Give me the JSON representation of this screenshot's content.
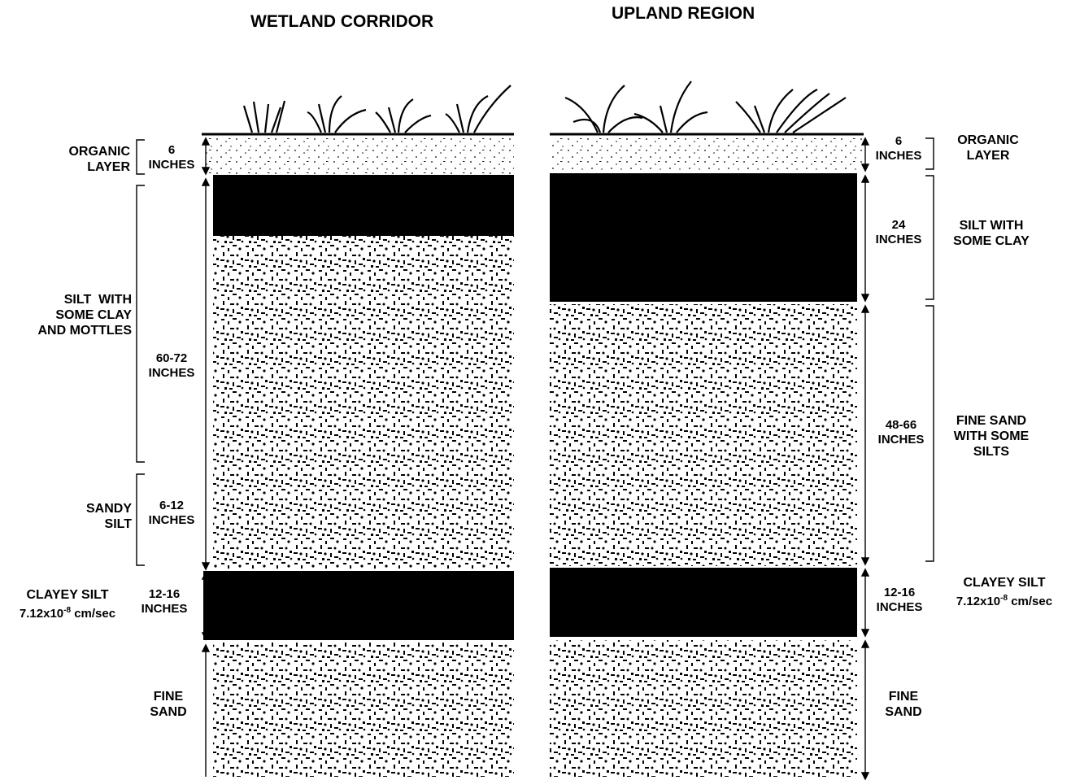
{
  "columns": [
    {
      "title": "WETLAND CORRIDOR"
    },
    {
      "title": "UPLAND REGION"
    }
  ],
  "wetland": {
    "organic_layer": {
      "name": "ORGANIC\nLAYER",
      "thickness": "6\nINCHES"
    },
    "silt_clay_mottles": {
      "name": "SILT  WITH\nSOME CLAY\nAND MOTTLES",
      "thickness": "60-72\nINCHES"
    },
    "sandy_silt": {
      "name": "SANDY\nSILT",
      "thickness": "6-12\nINCHES"
    },
    "clayey_silt": {
      "name": "CLAYEY SILT",
      "perm_base": "7.12x10",
      "perm_exp": "-8",
      "perm_unit": " cm/sec",
      "thickness": "12-16\nINCHES"
    },
    "fine_sand": {
      "name": "FINE\nSAND"
    }
  },
  "upland": {
    "organic_layer": {
      "name": "ORGANIC\nLAYER",
      "thickness": "6\nINCHES"
    },
    "silt_clay": {
      "name": "SILT WITH\nSOME CLAY",
      "thickness": "24\nINCHES"
    },
    "fine_sand_silts": {
      "name": "FINE SAND\nWITH SOME\nSILTS",
      "thickness": "48-66\nINCHES"
    },
    "clayey_silt": {
      "name": "CLAYEY SILT",
      "perm_base": "7.12x10",
      "perm_exp": "-8",
      "perm_unit": " cm/sec",
      "thickness": "12-16\nINCHES"
    },
    "fine_sand": {
      "name": "FINE\nSAND"
    }
  }
}
